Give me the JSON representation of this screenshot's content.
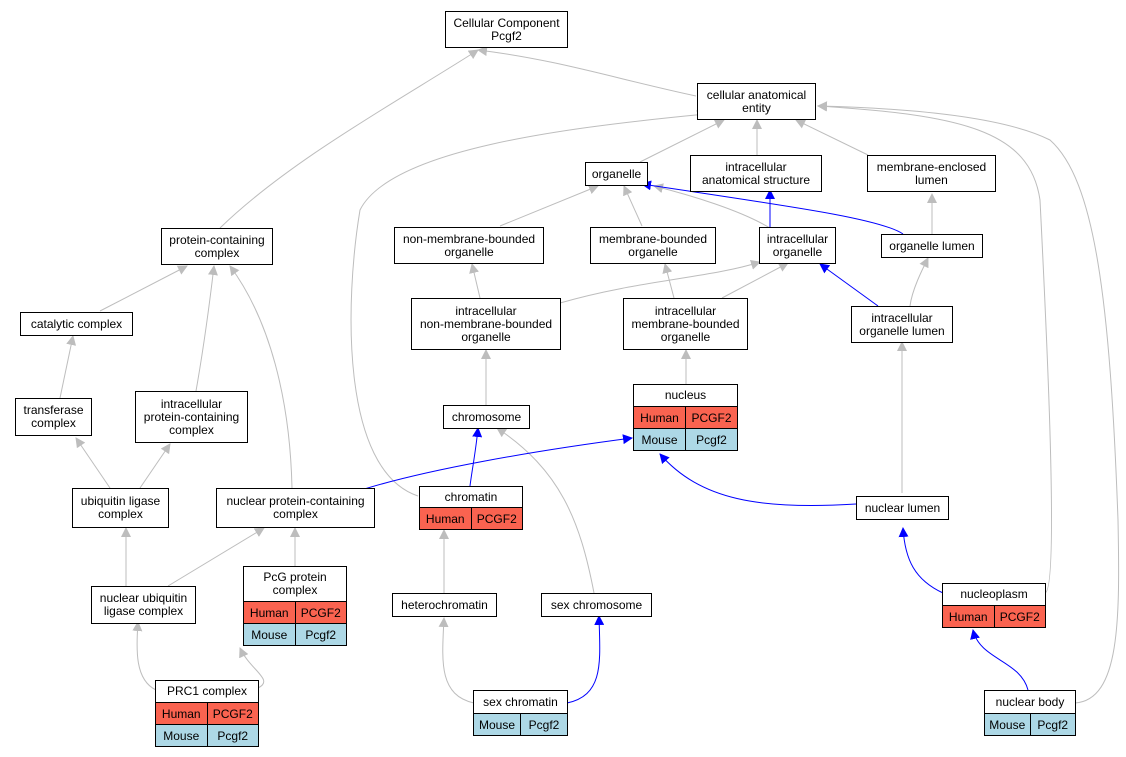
{
  "colors": {
    "grey_edge": "#bdbdbd",
    "blue_edge": "#0000ff",
    "human": "#fa6350",
    "mouse": "#add8e6"
  },
  "nodes": {
    "root": {
      "label": "Cellular Component\nPcgf2"
    },
    "cae": {
      "label": "cellular anatomical\nentity"
    },
    "organelle": {
      "label": "organelle"
    },
    "ias": {
      "label": "intracellular\nanatomical structure"
    },
    "mel": {
      "label": "membrane-enclosed\nlumen"
    },
    "pcc": {
      "label": "protein-containing\ncomplex"
    },
    "nmbo": {
      "label": "non-membrane-bounded\norganelle"
    },
    "mbo": {
      "label": "membrane-bounded\norganelle"
    },
    "io": {
      "label": "intracellular\norganelle"
    },
    "ol": {
      "label": "organelle lumen"
    },
    "cc": {
      "label": "catalytic complex"
    },
    "inmbo": {
      "label": "intracellular\nnon-membrane-bounded\norganelle"
    },
    "imbo": {
      "label": "intracellular\nmembrane-bounded\norganelle"
    },
    "iol": {
      "label": "intracellular\norganelle lumen"
    },
    "tc": {
      "label": "transferase\ncomplex"
    },
    "ipcc": {
      "label": "intracellular\nprotein-containing\ncomplex"
    },
    "chromosome": {
      "label": "chromosome"
    },
    "nucleus": {
      "label": "nucleus",
      "rows": [
        [
          "Human",
          "PCGF2"
        ],
        [
          "Mouse",
          "Pcgf2"
        ]
      ]
    },
    "ulc": {
      "label": "ubiquitin ligase\ncomplex"
    },
    "npcc": {
      "label": "nuclear protein-containing\ncomplex"
    },
    "chromatin": {
      "label": "chromatin",
      "rows": [
        [
          "Human",
          "PCGF2"
        ]
      ]
    },
    "nl": {
      "label": "nuclear lumen"
    },
    "nulc": {
      "label": "nuclear ubiquitin\nligase complex"
    },
    "pcg": {
      "label": "PcG protein\ncomplex",
      "rows": [
        [
          "Human",
          "PCGF2"
        ],
        [
          "Mouse",
          "Pcgf2"
        ]
      ]
    },
    "het": {
      "label": "heterochromatin"
    },
    "sexchr": {
      "label": "sex chromosome"
    },
    "np": {
      "label": "nucleoplasm",
      "rows": [
        [
          "Human",
          "PCGF2"
        ]
      ]
    },
    "prc1": {
      "label": "PRC1 complex",
      "rows": [
        [
          "Human",
          "PCGF2"
        ],
        [
          "Mouse",
          "Pcgf2"
        ]
      ]
    },
    "sexchrom": {
      "label": "sex chromatin",
      "rows": [
        [
          "Mouse",
          "Pcgf2"
        ]
      ]
    },
    "nb": {
      "label": "nuclear body",
      "rows": [
        [
          "Mouse",
          "Pcgf2"
        ]
      ]
    }
  }
}
